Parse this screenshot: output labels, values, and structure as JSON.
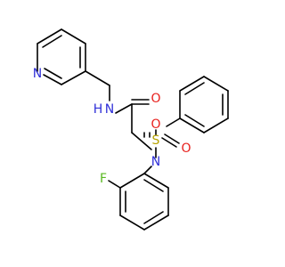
{
  "atom_labels": {
    "pyridine_n": "N",
    "amide_nh": "N",
    "amide_h": "H",
    "carbonyl_o": "O",
    "sulfonamide_n": "N",
    "sulfur": "S",
    "sulfonyl_o_upper": "O",
    "sulfonyl_o_lower": "O",
    "fluorine": "F"
  },
  "colors": {
    "bond": "#000000",
    "nitrogen": "#2f2fd8",
    "oxygen": "#e8211e",
    "sulfur": "#b7a300",
    "fluorine": "#58b820",
    "hydrogen": "#2f2fd8"
  }
}
